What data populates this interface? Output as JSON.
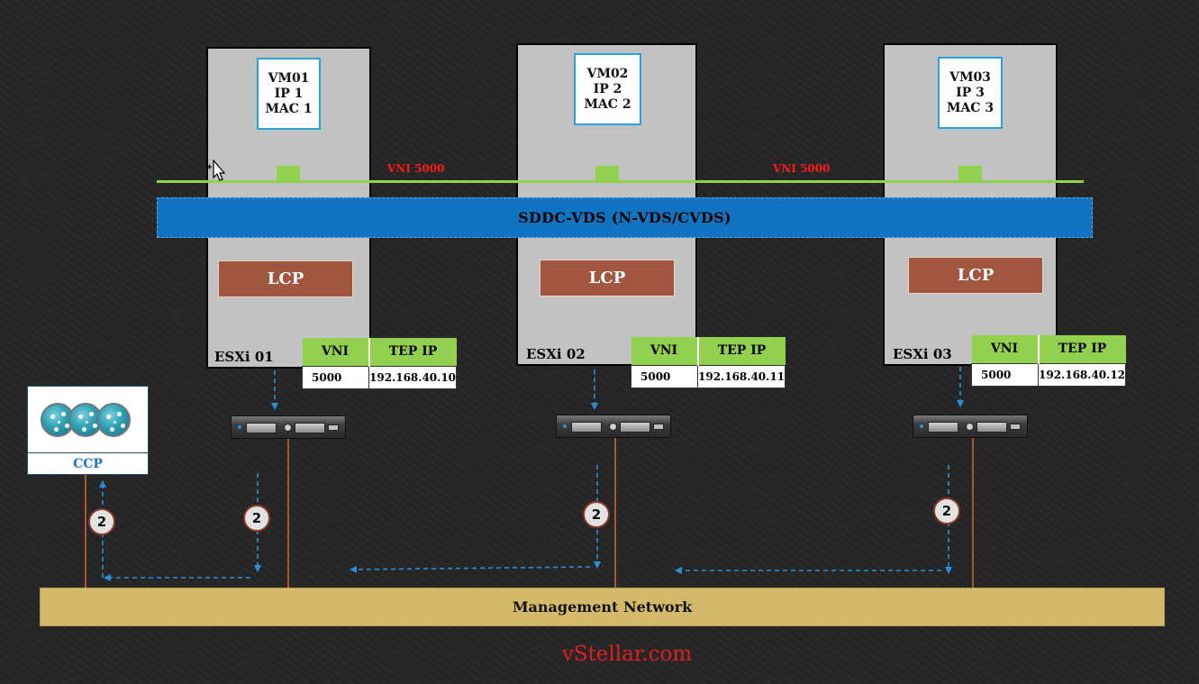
{
  "segment": {
    "vni_label": "VNI 5000"
  },
  "vds_label": "SDDC-VDS (N-VDS/CVDS)",
  "hosts": [
    {
      "name": "ESXi 01",
      "vm": {
        "name": "VM01",
        "ip": "IP 1",
        "mac": "MAC 1"
      },
      "lcp": "LCP",
      "table": {
        "col_vni": "VNI",
        "col_tep": "TEP IP",
        "vni": "5000",
        "tep_ip": "192.168.40.10"
      }
    },
    {
      "name": "ESXi 02",
      "vm": {
        "name": "VM02",
        "ip": "IP 2",
        "mac": "MAC 2"
      },
      "lcp": "LCP",
      "table": {
        "col_vni": "VNI",
        "col_tep": "TEP IP",
        "vni": "5000",
        "tep_ip": "192.168.40.11"
      }
    },
    {
      "name": "ESXi 03",
      "vm": {
        "name": "VM03",
        "ip": "IP 3",
        "mac": "MAC 3"
      },
      "lcp": "LCP",
      "table": {
        "col_vni": "VNI",
        "col_tep": "TEP IP",
        "vni": "5000",
        "tep_ip": "192.168.40.12"
      }
    }
  ],
  "ccp_label": "CCP",
  "step_badge": "2",
  "management_network": "Management Network",
  "brand": "vStellar.com",
  "colors": {
    "host_fill": "#c2c2c2",
    "vm_border": "#29a3dc",
    "segment": "#92d050",
    "vni_text": "#ff1a1a",
    "vds": "#1274c0",
    "lcp": "#a0563f",
    "table_header": "#92d050",
    "uplink": "#c8643a",
    "control_arrow": "#2a8fd8",
    "management": "#d4b96a",
    "brand": "#e02020"
  },
  "icons": [
    "network-controller-icon",
    "server-icon",
    "mouse-cursor-icon"
  ]
}
